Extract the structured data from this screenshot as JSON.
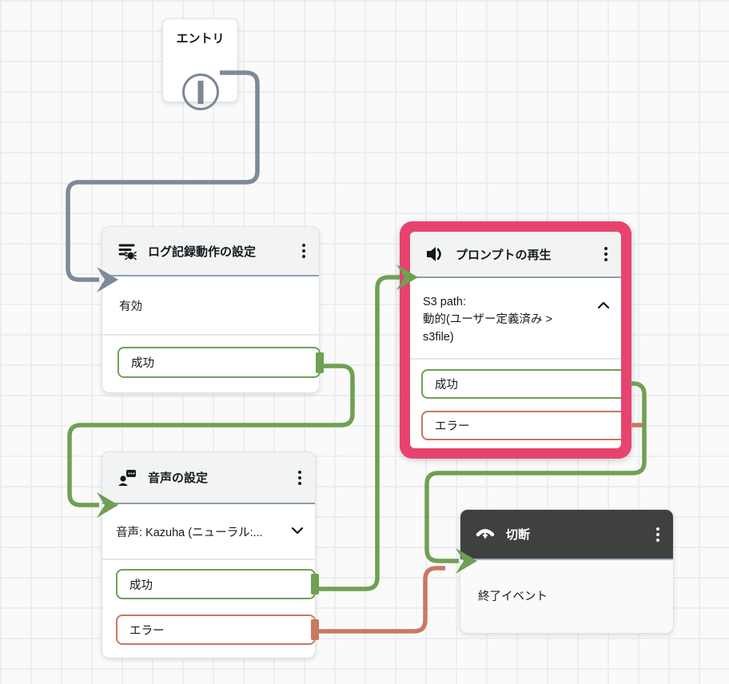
{
  "flow": {
    "entry": {
      "title": "エントリ"
    },
    "logging": {
      "title": "ログ記録動作の設定",
      "value": "有効",
      "success_label": "成功"
    },
    "play_prompt": {
      "title": "プロンプトの再生",
      "param_line1": "S3 path:",
      "param_line2": "動的(ユーザー定義済み >",
      "param_line3": "s3file)",
      "success_label": "成功",
      "error_label": "エラー",
      "selected": true
    },
    "set_voice": {
      "title": "音声の設定",
      "value": "音声: Kazuha (ニューラル:...",
      "success_label": "成功",
      "error_label": "エラー"
    },
    "disconnect": {
      "title": "切断",
      "value": "終了イベント"
    }
  },
  "colors": {
    "success_green": "#6FA053",
    "error_salmon": "#C8795F",
    "entry_gray": "#7C8A99",
    "selection_pink": "#E8436F",
    "header_bg": "#F2F3F3",
    "dark_header_bg": "#3F4040"
  }
}
